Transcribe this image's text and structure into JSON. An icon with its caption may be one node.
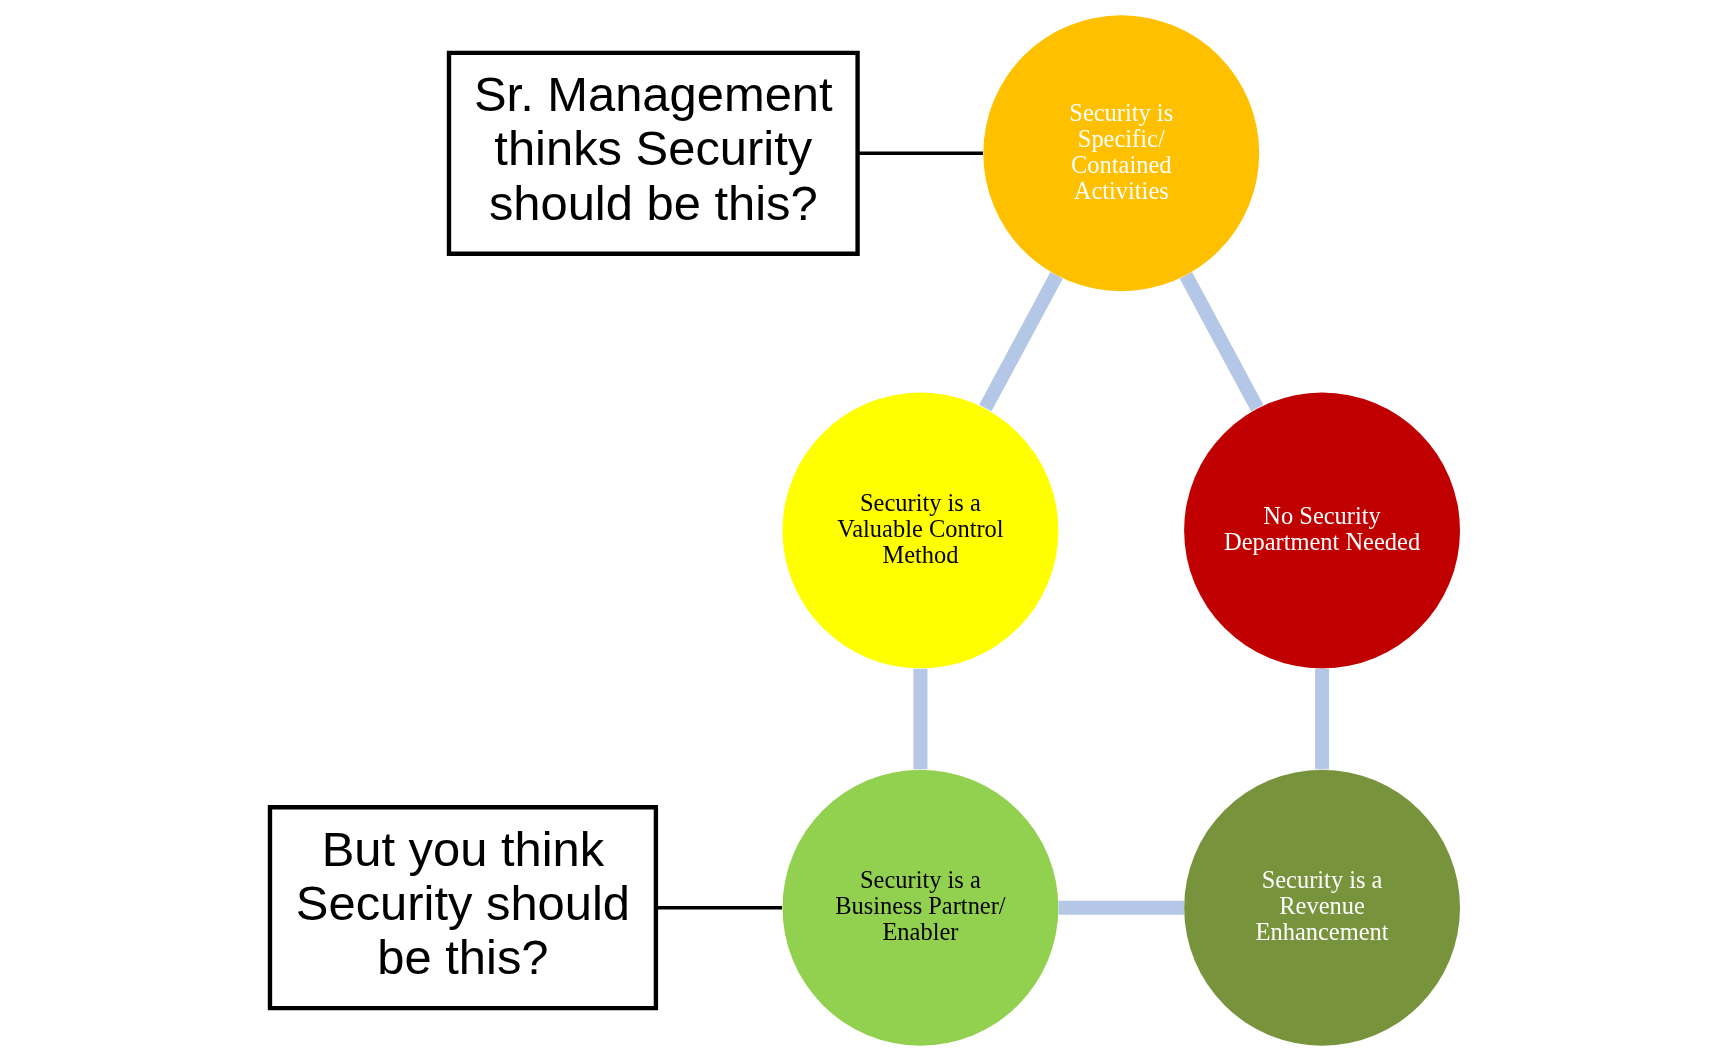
{
  "diagram": {
    "nodes": [
      {
        "text": [
          "Sr. Management thinks Security should be this?"
        ]
      },
      {
        "text": [
          "Security is Specific/ Contained Activities"
        ]
      },
      {
        "text": [
          "Security is a Valuable Control Method"
        ]
      },
      {
        "text": [
          "Security is a Business Partner/ Enabler"
        ]
      },
      {
        "text": [
          "Security is a Revenue Enhancement"
        ]
      },
      {
        "text": [
          "No Security Department Needed"
        ]
      },
      {
        "text": [
          "But you think Security should be this?"
        ]
      }
    ],
    "edges": [
      {
        "from": 0,
        "to": 1,
        "arrow": "none",
        "color": "#000000"
      },
      {
        "from": 1,
        "to": 2,
        "arrow": "none"
      },
      {
        "from": 2,
        "to": 3,
        "arrow": "none"
      },
      {
        "from": 3,
        "to": 4,
        "arrow": "none"
      },
      {
        "from": 4,
        "to": 5,
        "arrow": "none"
      },
      {
        "from": 5,
        "to": 1,
        "arrow": "none"
      },
      {
        "from": 6,
        "to": 3,
        "arrow": "none",
        "color": "#000000"
      }
    ]
  }
}
